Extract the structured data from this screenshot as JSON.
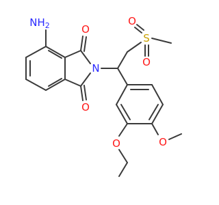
{
  "colors": {
    "bond": "#3a3a3a",
    "oxygen": "#ff1a1a",
    "nitrogen": "#2a2aff",
    "sulfur": "#c8a000"
  },
  "atoms": {
    "amine": "NH2",
    "imide_n": "N",
    "carbonyl_o_top": "O",
    "carbonyl_o_bottom": "O",
    "sulfur": "S",
    "sulfonyl_o_left": "O",
    "sulfonyl_o_bottom": "O",
    "ethoxy_o": "O",
    "methoxy_o": "O"
  }
}
